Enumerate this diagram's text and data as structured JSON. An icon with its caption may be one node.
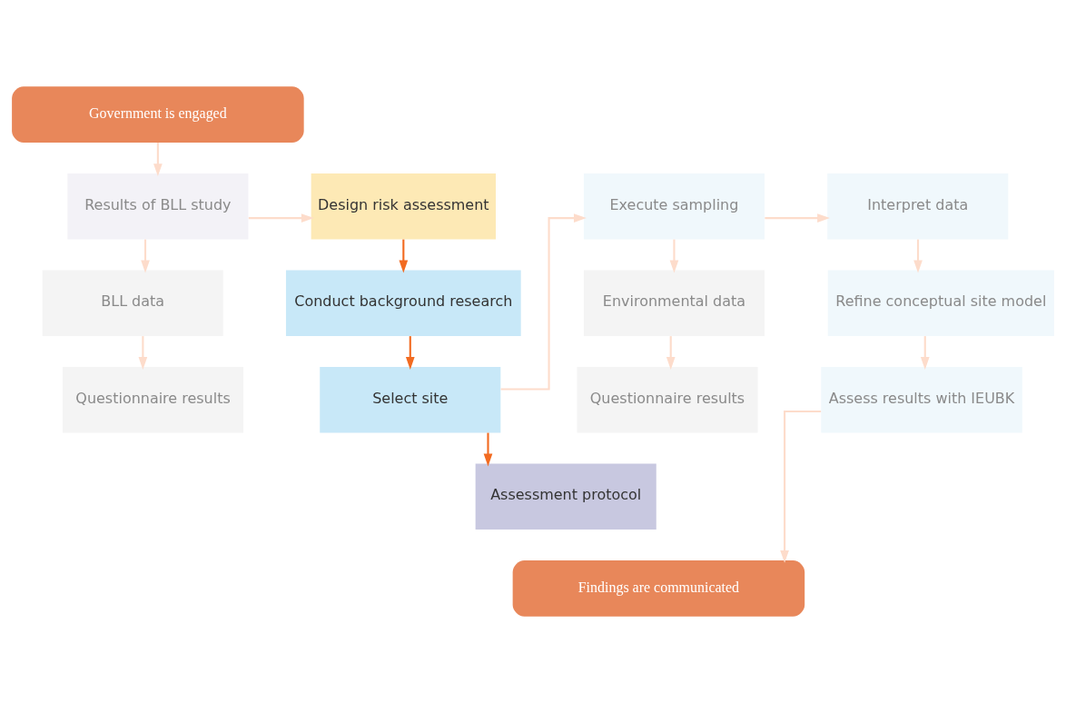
{
  "diagram": {
    "nodes": [
      {
        "text": [
          "Government is engaged"
        ]
      },
      {
        "text": [
          "Results of BLL study"
        ]
      },
      {
        "text": [
          "Design risk assessment"
        ]
      },
      {
        "text": [
          "Execute sampling"
        ]
      },
      {
        "text": [
          "Interpret data"
        ]
      },
      {
        "text": [
          "BLL data"
        ]
      },
      {
        "text": [
          "Conduct background research"
        ]
      },
      {
        "text": [
          "Environmental data"
        ]
      },
      {
        "text": [
          "Refine conceptual site model"
        ]
      },
      {
        "text": [
          "Questionnaire results"
        ]
      },
      {
        "text": [
          "Select site"
        ]
      },
      {
        "text": [
          "Questionnaire results"
        ]
      },
      {
        "text": [
          "Assess results with IEUBK"
        ]
      },
      {
        "text": [
          "Assessment protocol"
        ]
      },
      {
        "text": [
          "Findings are communicated"
        ]
      }
    ],
    "edges": [
      {
        "from": 0,
        "to": 1,
        "arrow": "to"
      },
      {
        "from": 1,
        "to": 2,
        "arrow": "to"
      },
      {
        "from": 1,
        "to": 5,
        "arrow": "to"
      },
      {
        "from": 5,
        "to": 9,
        "arrow": "to"
      },
      {
        "from": 2,
        "to": 6,
        "arrow": "to",
        "color": "#f26b21"
      },
      {
        "from": 6,
        "to": 10,
        "arrow": "to",
        "color": "#f26b21"
      },
      {
        "from": 10,
        "to": 13,
        "arrow": "to",
        "color": "#f26b21"
      },
      {
        "from": 10,
        "to": 3,
        "arrow": "to"
      },
      {
        "from": 3,
        "to": 4,
        "arrow": "to"
      },
      {
        "from": 3,
        "to": 7,
        "arrow": "to"
      },
      {
        "from": 7,
        "to": 11,
        "arrow": "to"
      },
      {
        "from": 4,
        "to": 8,
        "arrow": "to"
      },
      {
        "from": 8,
        "to": 12,
        "arrow": "to"
      },
      {
        "from": 12,
        "to": 14,
        "arrow": "to"
      }
    ]
  }
}
